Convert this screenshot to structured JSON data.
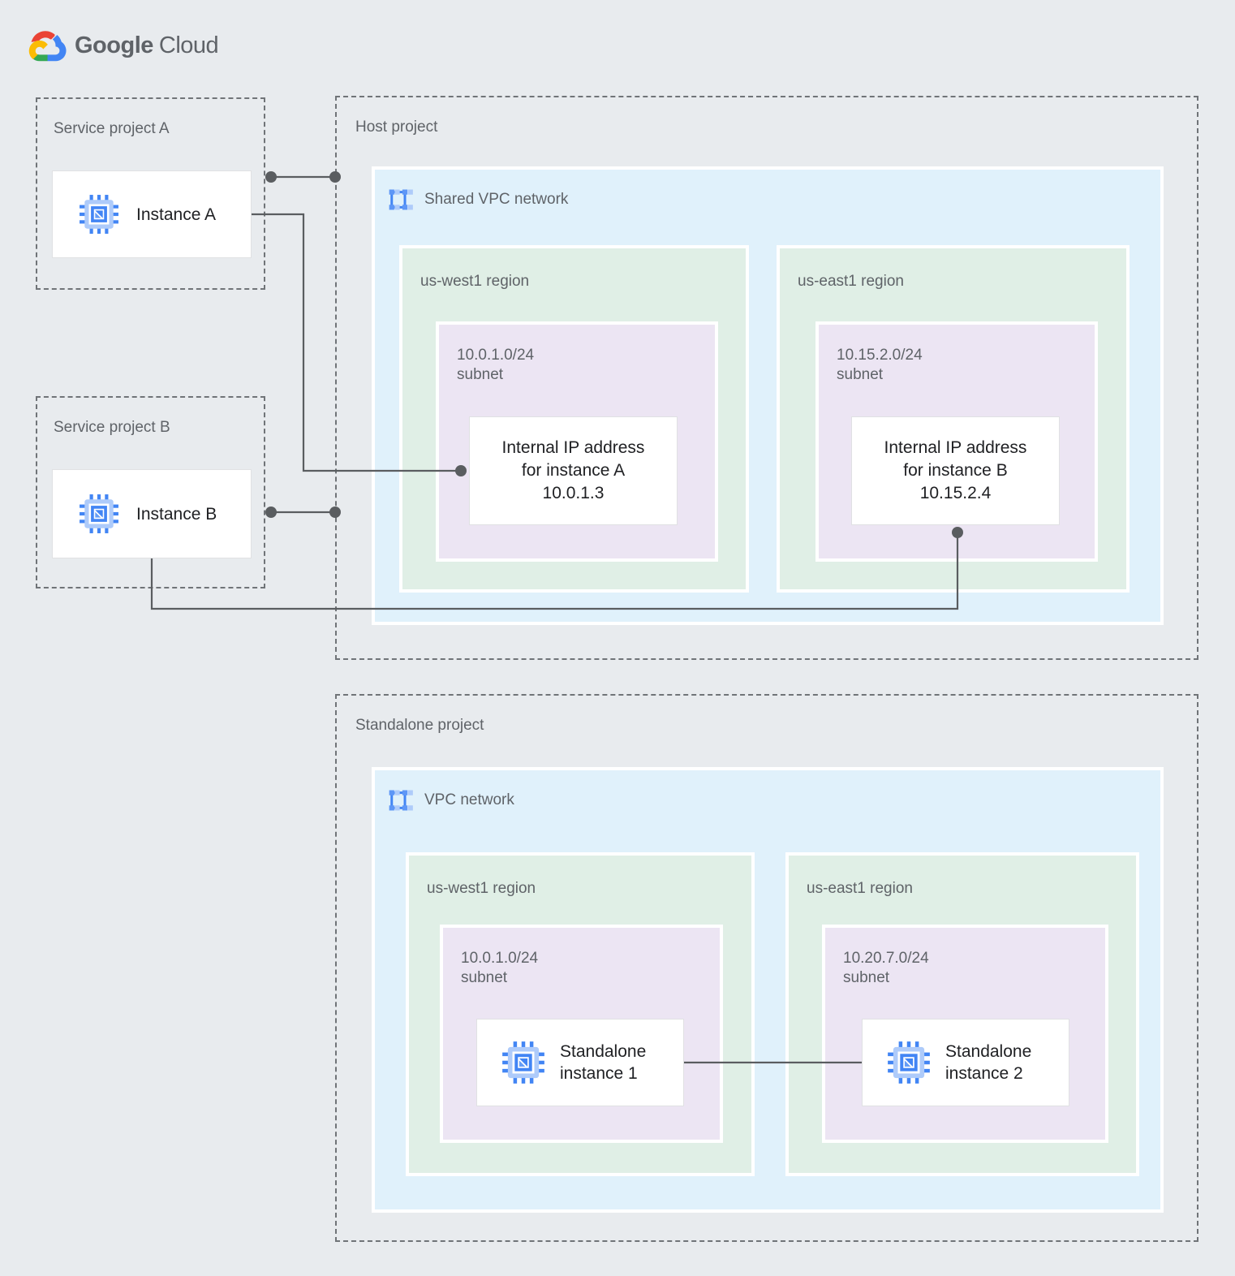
{
  "colors": {
    "bg": "#E8EBEE",
    "blue-box": "#E0F1FB",
    "green-box": "#E0EFE6",
    "purple-box": "#ECE5F3",
    "label": "#5F6368",
    "text": "#202124",
    "line": "#5A5D60",
    "dash": "#707478",
    "card-border": "#E0E1E3",
    "brand-blue": "#4285F4",
    "brand-light-blue": "#AECBFA"
  },
  "logo": {
    "google": "Google",
    "cloud": "Cloud"
  },
  "service_project_a": {
    "title": "Service project A",
    "instance_label": "Instance A"
  },
  "service_project_b": {
    "title": "Service project B",
    "instance_label": "Instance B"
  },
  "host_project": {
    "title": "Host project",
    "network_label": "Shared VPC network",
    "regions": [
      {
        "label": "us-west1 region",
        "cidr": "10.0.1.0/24",
        "subnet_word": "subnet",
        "ip_card": {
          "line1": "Internal IP address",
          "line2": "for instance A",
          "line3": "10.0.1.3"
        }
      },
      {
        "label": "us-east1 region",
        "cidr": "10.15.2.0/24",
        "subnet_word": "subnet",
        "ip_card": {
          "line1": "Internal IP address",
          "line2": "for instance B",
          "line3": "10.15.2.4"
        }
      }
    ]
  },
  "standalone_project": {
    "title": "Standalone project",
    "network_label": "VPC network",
    "regions": [
      {
        "label": "us-west1 region",
        "cidr": "10.0.1.0/24",
        "subnet_word": "subnet",
        "instance": {
          "line1": "Standalone",
          "line2": "instance 1"
        }
      },
      {
        "label": "us-east1 region",
        "cidr": "10.20.7.0/24",
        "subnet_word": "subnet",
        "instance": {
          "line1": "Standalone",
          "line2": "instance 2"
        }
      }
    ]
  }
}
